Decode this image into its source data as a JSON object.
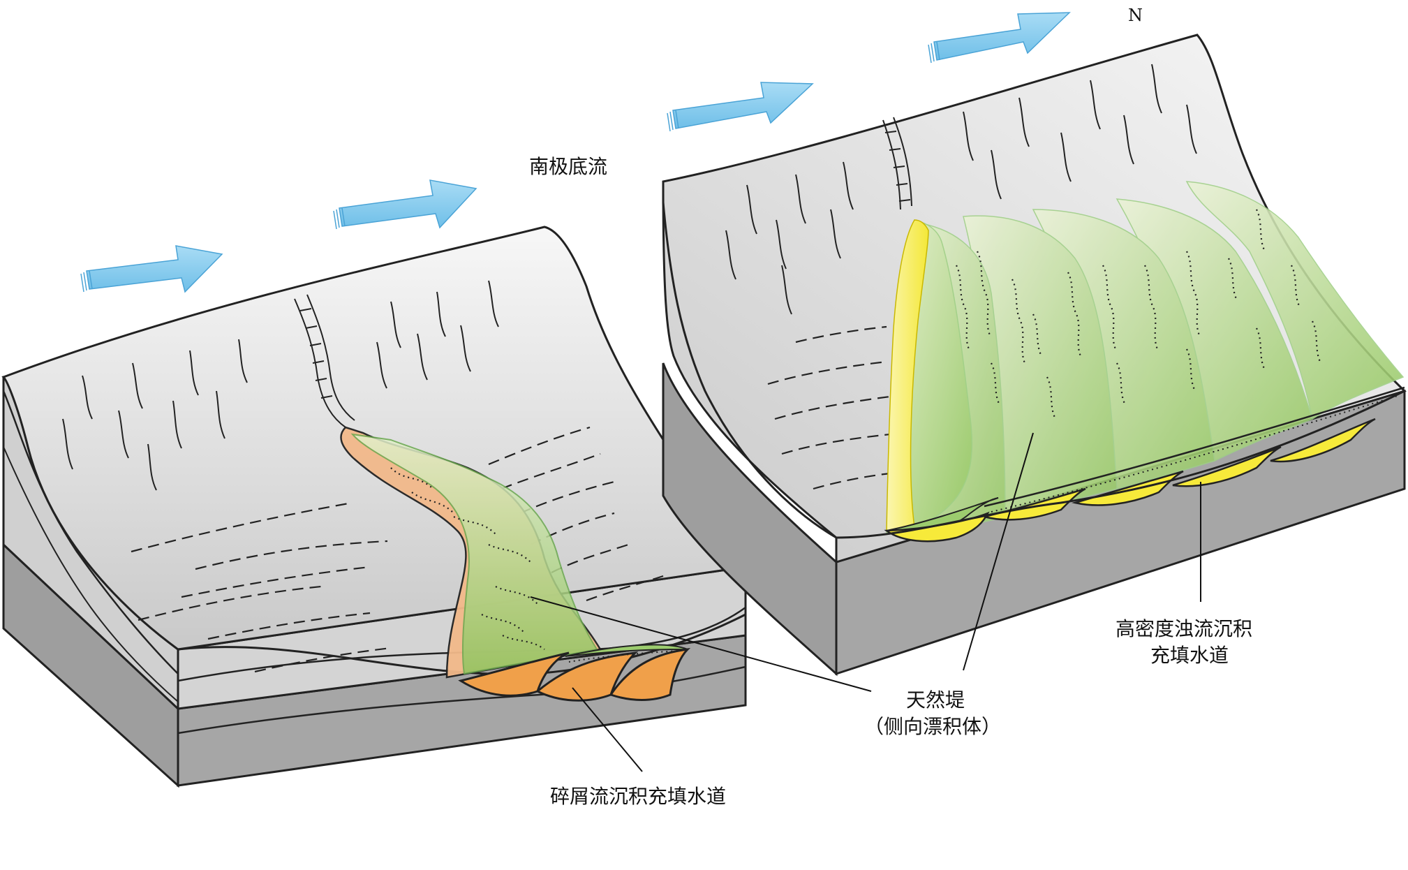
{
  "labels": {
    "north": "N",
    "current": "南极底流",
    "levee_line1": "天然堤",
    "levee_line2": "（侧向漂积体）",
    "debris_channel": "碎屑流沉积充填水道",
    "turbidite_line1": "高密度浊流沉积",
    "turbidite_line2": "充填水道"
  },
  "colors": {
    "arrow": "#7ec8ec",
    "slope": "#d9d9d9",
    "block_side": "#a6a6a6",
    "debris_fill": "#f0a04a",
    "levee_green": "#9ccc6e",
    "turbidite_yellow": "#f7ea3a"
  }
}
